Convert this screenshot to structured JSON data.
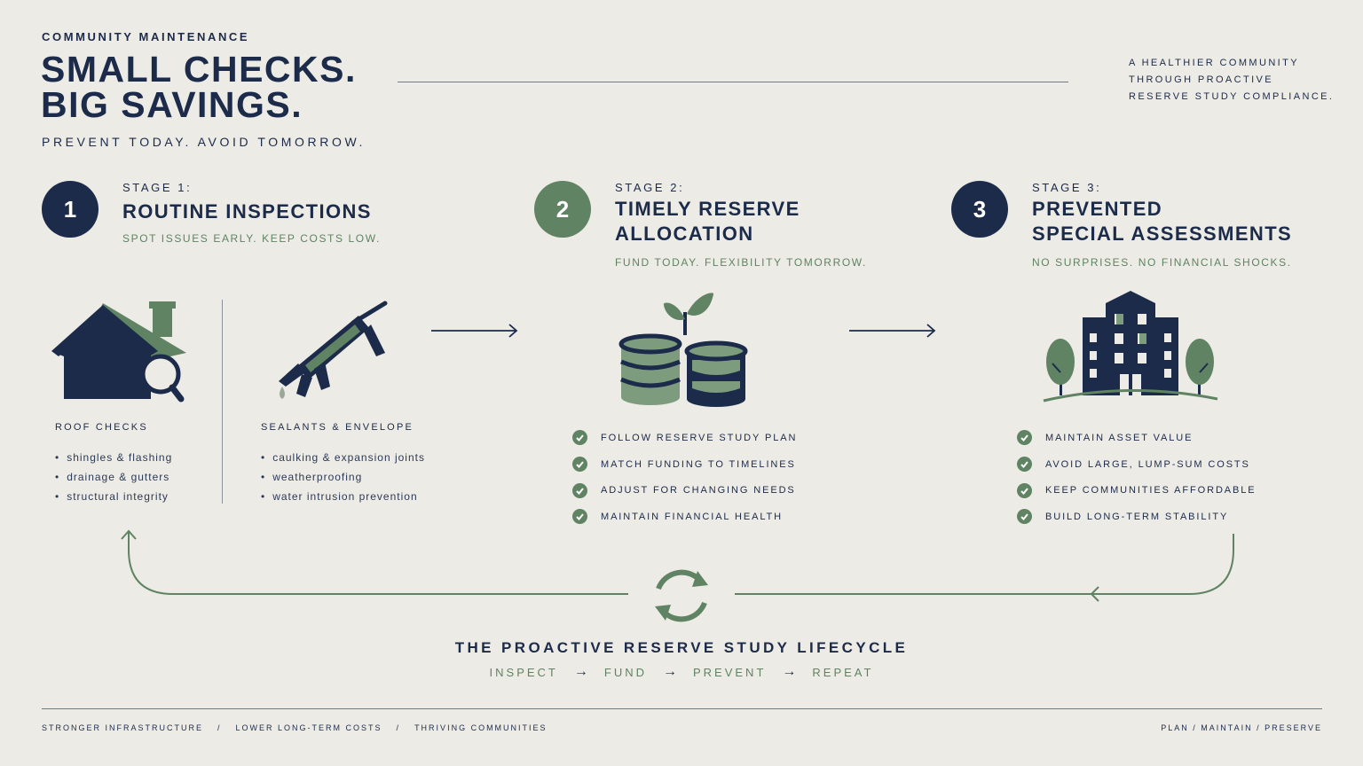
{
  "header": {
    "eyebrow": "COMMUNITY MAINTENANCE",
    "headline_line1": "SMALL CHECKS.",
    "headline_line2": "BIG SAVINGS.",
    "subhead": "PREVENT TODAY. AVOID TOMORROW.",
    "tagline_line1": "A HEALTHIER COMMUNITY",
    "tagline_line2": "THROUGH PROACTIVE",
    "tagline_line3": "RESERVE STUDY COMPLIANCE."
  },
  "stages": [
    {
      "number": "1",
      "label": "STAGE 1:",
      "title_line1": "ROUTINE INSPECTIONS",
      "subtitle": "SPOT ISSUES EARLY. KEEP COSTS LOW.",
      "columns": [
        {
          "title": "ROOF CHECKS",
          "items": [
            "shingles & flashing",
            "drainage & gutters",
            "structural integrity"
          ]
        },
        {
          "title": "SEALANTS & ENVELOPE",
          "items": [
            "caulking & expansion joints",
            "weatherproofing",
            "water intrusion prevention"
          ]
        }
      ]
    },
    {
      "number": "2",
      "label": "STAGE 2:",
      "title_line1": "TIMELY RESERVE",
      "title_line2": "ALLOCATION",
      "subtitle": "FUND TODAY. FLEXIBILITY TOMORROW.",
      "checklist": [
        "FOLLOW RESERVE STUDY PLAN",
        "MATCH FUNDING TO TIMELINES",
        "ADJUST FOR CHANGING NEEDS",
        "MAINTAIN FINANCIAL HEALTH"
      ]
    },
    {
      "number": "3",
      "label": "STAGE 3:",
      "title_line1": "PREVENTED",
      "title_line2": "SPECIAL ASSESSMENTS",
      "subtitle": "NO SURPRISES. NO FINANCIAL SHOCKS.",
      "checklist": [
        "MAINTAIN ASSET VALUE",
        "AVOID LARGE, LUMP-SUM COSTS",
        "KEEP COMMUNITIES AFFORDABLE",
        "BUILD LONG-TERM STABILITY"
      ]
    }
  ],
  "lifecycle": {
    "title": "THE PROACTIVE RESERVE STUDY LIFECYCLE",
    "steps": [
      "INSPECT",
      "FUND",
      "PREVENT",
      "REPEAT"
    ],
    "arrow": "→"
  },
  "footer": {
    "left": [
      "STRONGER INFRASTRUCTURE",
      "/",
      "LOWER LONG-TERM COSTS",
      "/",
      "THRIVING COMMUNITIES"
    ],
    "right": "PLAN / MAINTAIN / PRESERVE"
  },
  "colors": {
    "background": "#edebe5",
    "navy": "#1c2b4a",
    "green": "#5f8363",
    "light_green": "#7d9c7e"
  },
  "icons": [
    "house-magnifier-icon",
    "caulk-gun-icon",
    "coins-sprout-icon",
    "building-trees-icon",
    "refresh-cycle-icon",
    "arrow-right-icon",
    "check-icon"
  ]
}
